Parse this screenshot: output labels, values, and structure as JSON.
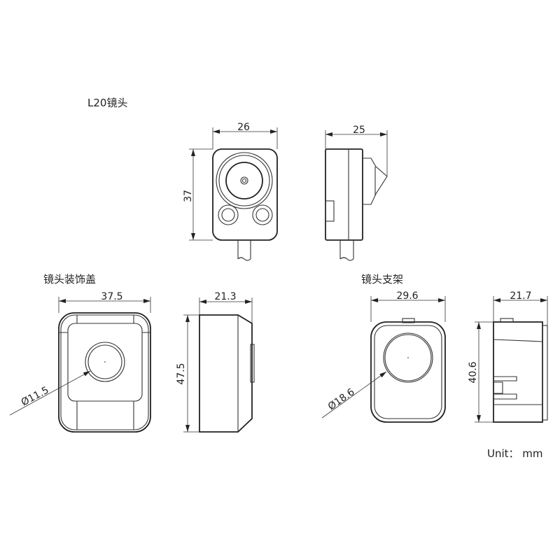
{
  "titles": {
    "l20_lens": "L20镜头",
    "lens_cover": "镜头装饰盖",
    "lens_bracket": "镜头支架"
  },
  "dimensions": {
    "l20_width": "26",
    "l20_height": "37",
    "l20_depth": "25",
    "cover_width": "37.5",
    "cover_diameter": "Ø11.5",
    "cover_height": "47.5",
    "cover_depth": "21.3",
    "bracket_width": "29.6",
    "bracket_diameter": "Ø18.6",
    "bracket_height": "40.6",
    "bracket_depth": "21.7"
  },
  "unit_label": "Unit： mm"
}
